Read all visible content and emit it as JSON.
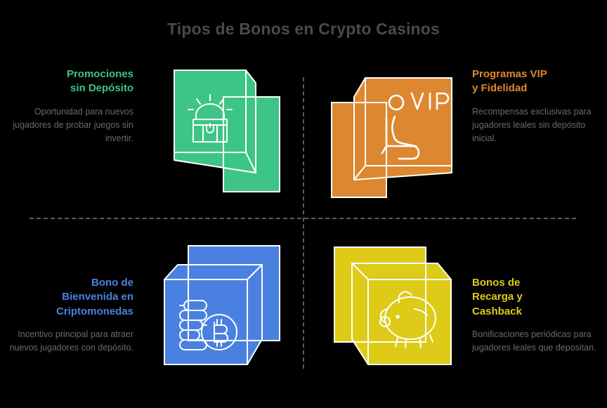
{
  "meta": {
    "background_color": "#000000",
    "title_color": "#4a4a4a",
    "body_text_color": "#6b6b6b",
    "divider_color": "#5a5a5a",
    "stroke_color": "#ffffff"
  },
  "header": {
    "title": "Tipos de Bonos en Crypto Casinos"
  },
  "quadrants": [
    {
      "id": "top-left",
      "title": "Promociones sin Depósito",
      "title_line_1": "Promociones",
      "title_line_2": "sin Depósito",
      "body": "Oportunidad para nuevos jugadores de probar juegos sin invertir.",
      "color": "#3dc585",
      "icon": "treasure-chest-icon",
      "align": "right"
    },
    {
      "id": "top-right",
      "title": "Programas VIP y Fidelidad",
      "title_line_1": "Programas VIP",
      "title_line_2": "y Fidelidad",
      "body": "Recompensas exclusivas para jugadores leales sin depósito inicial.",
      "color": "#dd8830",
      "icon": "vip-lounge-chair-icon",
      "icon_label": "VIP",
      "align": "left"
    },
    {
      "id": "bottom-left",
      "title": "Bono de Bienvenida en Criptomonedas",
      "title_line_1": "Bono de",
      "title_line_2": "Bienvenida en",
      "title_line_3": "Criptomonedas",
      "body": "Incentivo principal para atraer nuevos jugadores con depósito.",
      "color": "#4a81e0",
      "icon": "bitcoin-coins-icon",
      "align": "right"
    },
    {
      "id": "bottom-right",
      "title": "Bonos de Recarga y Cashback",
      "title_line_1": "Bonos de",
      "title_line_2": "Recarga y",
      "title_line_3": "Cashback",
      "body": "Bonificaciones periódicas para jugadores leales que depositan.",
      "color": "#ddcb18",
      "icon": "piggy-bank-icon",
      "align": "left"
    }
  ]
}
